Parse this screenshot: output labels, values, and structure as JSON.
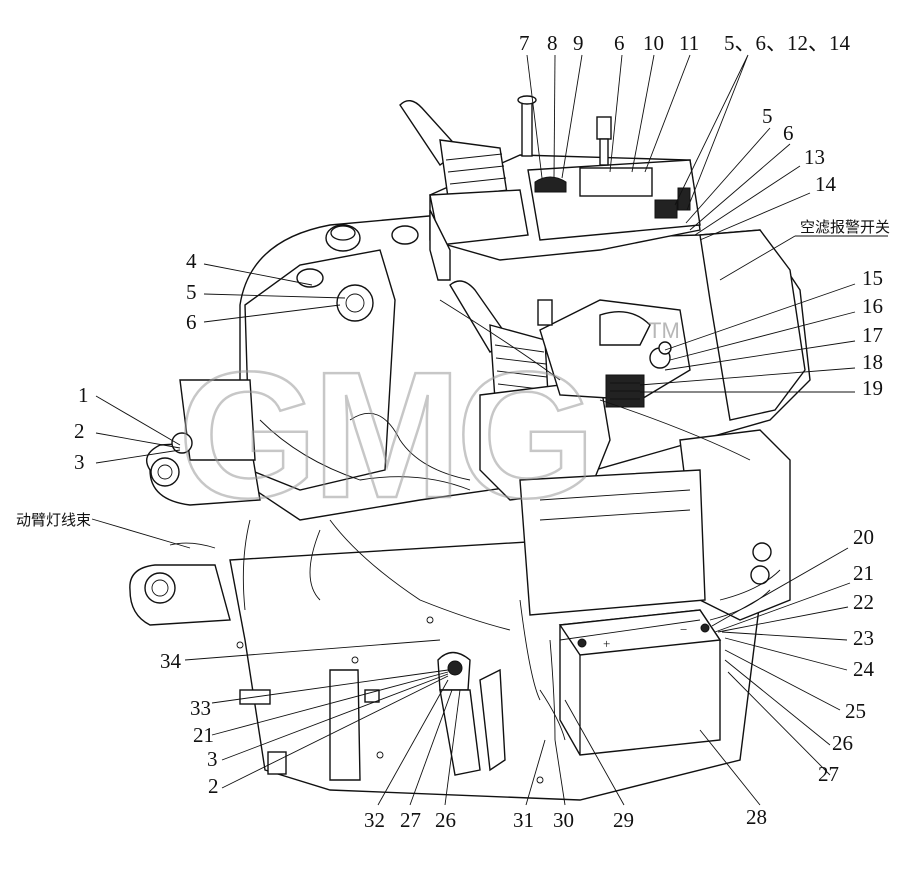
{
  "watermark": {
    "text": "GMG",
    "mark": "TM"
  },
  "callouts_top": [
    "7",
    "8",
    "9",
    "6",
    "10",
    "11",
    "5、6、12、14"
  ],
  "callouts_right": [
    "5",
    "6",
    "13",
    "14",
    "15",
    "16",
    "17",
    "18",
    "19",
    "20",
    "21",
    "22",
    "23",
    "24",
    "25",
    "26",
    "27"
  ],
  "callouts_left": [
    "4",
    "5",
    "6",
    "1",
    "2",
    "3",
    "34",
    "33",
    "21",
    "3",
    "2"
  ],
  "callouts_bottom": [
    "32",
    "27",
    "26",
    "31",
    "30",
    "29",
    "28"
  ],
  "annotations": {
    "air_filter_alarm_switch": "空滤报警开关",
    "boom_light_harness": "动臂灯线束"
  }
}
